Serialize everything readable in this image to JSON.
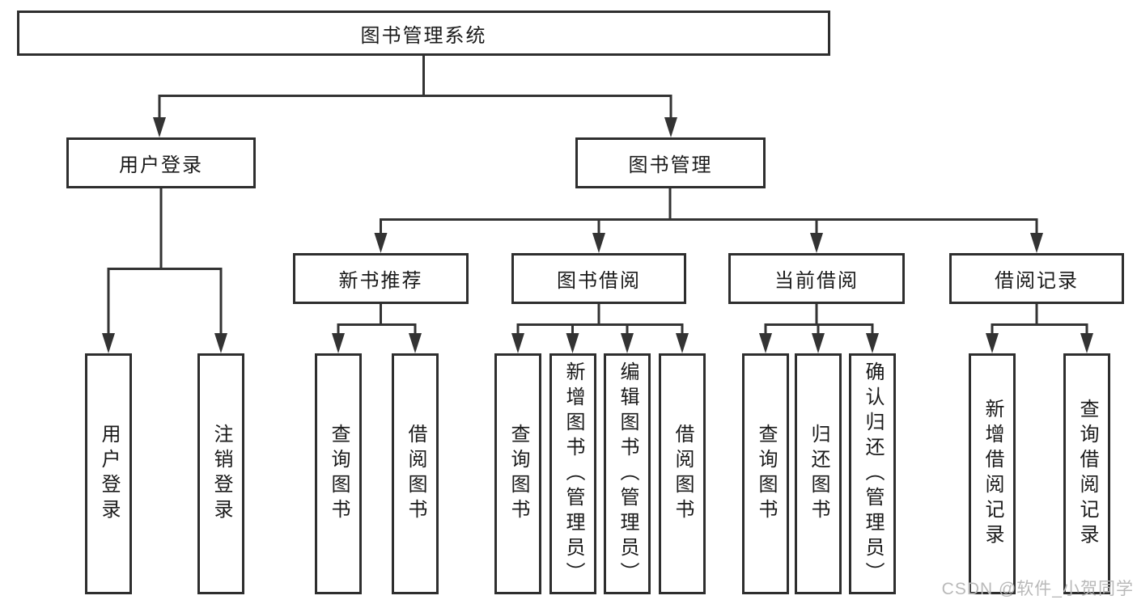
{
  "root": {
    "label": "图书管理系统"
  },
  "branches": [
    {
      "label": "用户登录",
      "children": [
        {
          "label": "用户登录"
        },
        {
          "label": "注销登录"
        }
      ]
    },
    {
      "label": "图书管理",
      "children": [
        {
          "label": "新书推荐",
          "children": [
            {
              "label": "查询图书"
            },
            {
              "label": "借阅图书"
            }
          ]
        },
        {
          "label": "图书借阅",
          "children": [
            {
              "label": "查询图书"
            },
            {
              "label": "新增图书（管理员）"
            },
            {
              "label": "编辑图书（管理员）"
            },
            {
              "label": "借阅图书"
            }
          ]
        },
        {
          "label": "当前借阅",
          "children": [
            {
              "label": "查询图书"
            },
            {
              "label": "归还图书"
            },
            {
              "label": "确认归还（管理员）"
            }
          ]
        },
        {
          "label": "借阅记录",
          "children": [
            {
              "label": "新增借阅记录"
            },
            {
              "label": "查询借阅记录"
            }
          ]
        }
      ]
    }
  ],
  "watermark": {
    "text": "CSDN @软件_小贺同学"
  },
  "colors": {
    "line": "#333333",
    "box_border": "#2e2e2e",
    "text": "#1a1a1a",
    "watermark": "#b9b9b9",
    "background": "#ffffff"
  }
}
